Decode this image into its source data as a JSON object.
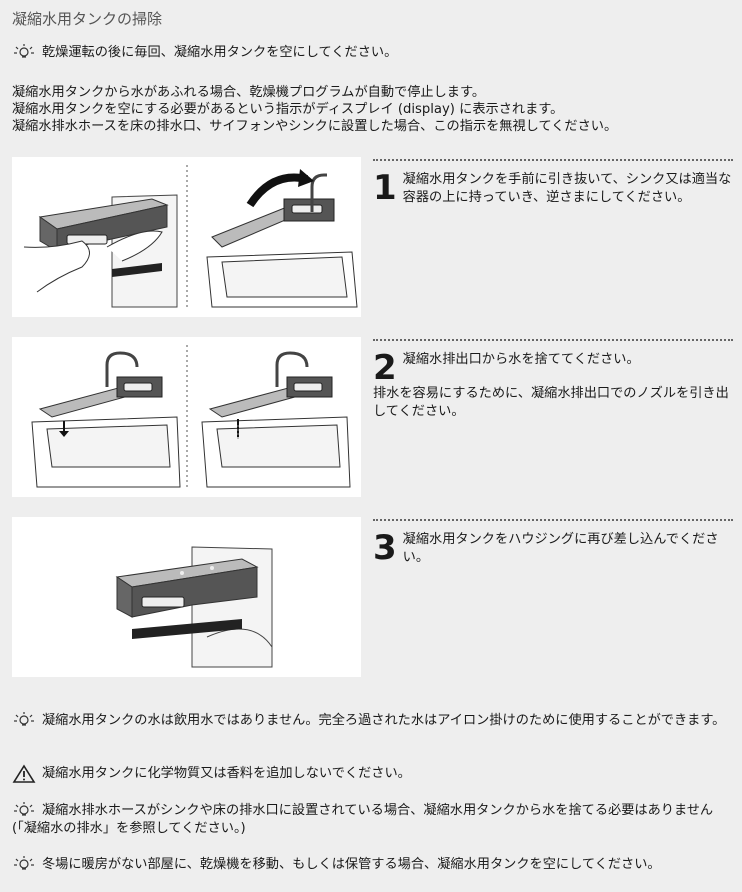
{
  "title": "凝縮水用タンクの掃除",
  "tip_top": "乾燥運転の後に毎回、凝縮水用タンクを空にしてください。",
  "intro": [
    "凝縮水用タンクから水があふれる場合、乾燥機プログラムが自動で停止します。",
    "凝縮水用タンクを空にする必要があるという指示がディスプレイ (display) に表示されます。",
    "凝縮水排水ホースを床の排水口、サイフォンやシンクに設置した場合、この指示を無視してください。"
  ],
  "steps": [
    {
      "num": "1",
      "text": "凝縮水用タンクを手前に引き抜いて、シンク又は適当な容器の上に持っていき、逆さまにしてください。",
      "sub": ""
    },
    {
      "num": "2",
      "text": "凝縮水排出口から水を捨ててください。",
      "sub": "排水を容易にするために、凝縮水排出口でのノズルを引き出してください。"
    },
    {
      "num": "3",
      "text": "凝縮水用タンクをハウジングに再び差し込んでください。",
      "sub": ""
    }
  ],
  "notes": [
    {
      "icon": "lightbulb-icon",
      "text": "凝縮水用タンクの水は飲用水ではありません。完全ろ過された水はアイロン掛けのために使用することができます。"
    },
    {
      "icon": "warning-icon",
      "text": "凝縮水用タンクに化学物質又は香料を追加しないでください。"
    },
    {
      "icon": "lightbulb-icon",
      "text": "凝縮水排水ホースがシンクや床の排水口に設置されている場合、凝縮水用タンクから水を捨てる必要はありません (「凝縮水の排水」を参照してください。)"
    },
    {
      "icon": "lightbulb-icon",
      "text": "冬場に暖房がない部屋に、乾燥機を移動、もしくは保管する場合、凝縮水用タンクを空にしてください。"
    }
  ]
}
